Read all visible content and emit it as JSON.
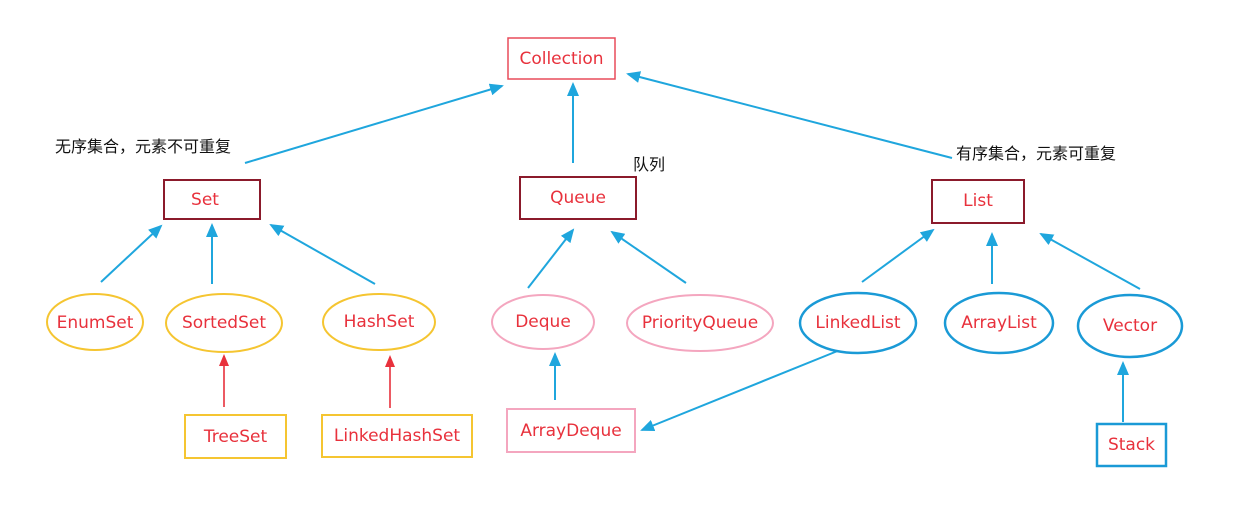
{
  "colors": {
    "text_red": "#e8313c",
    "dark_red": "#8b1a2b",
    "light_red": "#e84b5a",
    "orange": "#f5c531",
    "pink": "#f4a6bf",
    "blue": "#1a9ad6",
    "arrow_blue": "#1fa6dd",
    "arrow_red": "#e8313c",
    "annotation": "#111111"
  },
  "nodes": {
    "collection": "Collection",
    "set": "Set",
    "queue": "Queue",
    "list": "List",
    "enumset": "EnumSet",
    "sortedset": "SortedSet",
    "hashset": "HashSet",
    "deque": "Deque",
    "priorityqueue": "PriorityQueue",
    "linkedlist": "LinkedList",
    "arraylist": "ArrayList",
    "vector": "Vector",
    "treeset": "TreeSet",
    "linkedhashset": "LinkedHashSet",
    "arraydeque": "ArrayDeque",
    "stack": "Stack"
  },
  "annotations": {
    "unordered": "无序集合，元素不可重复",
    "queue": "队列",
    "ordered": "有序集合，元素可重复"
  }
}
